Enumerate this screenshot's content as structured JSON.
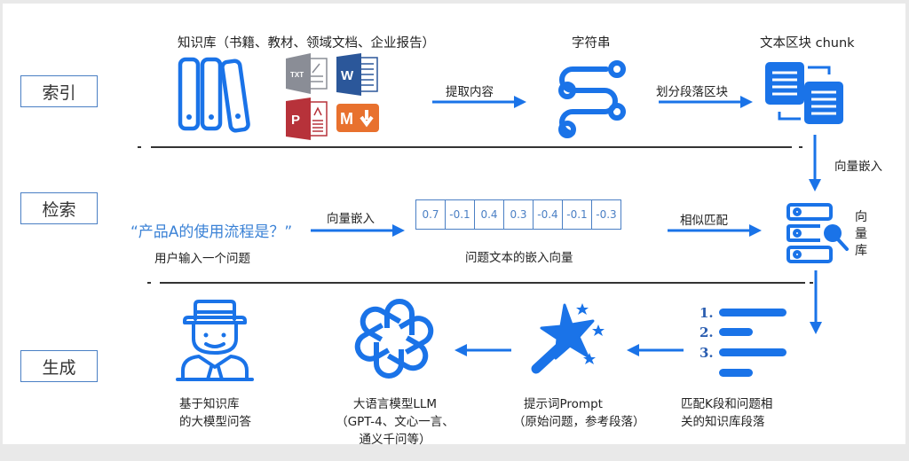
{
  "stages": {
    "index": "索引",
    "retrieve": "检索",
    "generate": "生成"
  },
  "index_row": {
    "knowledge_base_label": "知识库（书籍、教材、领域文档、企业报告）",
    "file_types": [
      "TXT",
      "W",
      "P",
      "M↓"
    ],
    "extract_arrow_label": "提取内容",
    "string_label": "字符串",
    "split_arrow_label": "划分段落区块",
    "chunk_label": "文本区块 chunk",
    "embed_down_label": "向量嵌入"
  },
  "retrieve_row": {
    "user_query": "“产品A的使用流程是？”",
    "user_query_caption": "用户输入一个问题",
    "embed_arrow_label": "向量嵌入",
    "embedding_vector": [
      "0.7",
      "-0.1",
      "0.4",
      "0.3",
      "-0.4",
      "-0.1",
      "-0.3"
    ],
    "vector_caption": "问题文本的嵌入向量",
    "match_arrow_label": "相似匹配",
    "vector_db_label": [
      "向",
      "量",
      "库"
    ]
  },
  "generate_row": {
    "answer_caption": [
      "基于知识库",
      "的大模型问答"
    ],
    "llm_caption": [
      "大语言模型LLM",
      "（GPT-4、文心一言、",
      "通义千问等）"
    ],
    "prompt_caption": [
      "提示词Prompt",
      "（原始问题，参考段落）"
    ],
    "matched_caption": [
      "匹配K段和问题相",
      "关的知识库段落"
    ],
    "list_numbers": [
      "1.",
      "2.",
      "3."
    ]
  },
  "colors": {
    "accent": "#1a73e8",
    "box_border": "#4a7fc4",
    "query_text": "#3b82d6",
    "txt_gray": "#8a8d96",
    "word_blue": "#2b579a",
    "ppt_red": "#b7323a",
    "md_orange": "#e8712e"
  }
}
